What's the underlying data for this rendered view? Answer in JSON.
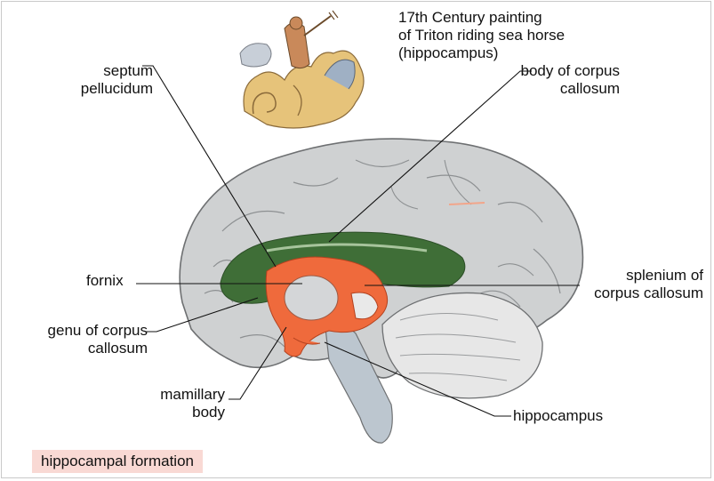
{
  "painting_caption": [
    "17th Century painting",
    "of Triton riding sea horse",
    "(hippocampus)"
  ],
  "labels": {
    "septum_pellucidum": [
      "septum",
      "pellucidum"
    ],
    "body_of_corpus_callosum": [
      "body of corpus",
      "callosum"
    ],
    "fornix": "fornix",
    "splenium": [
      "splenium of",
      "corpus callosum"
    ],
    "genu": [
      "genu of corpus",
      "callosum"
    ],
    "mamillary_body": [
      "mamillary",
      "body"
    ],
    "hippocampus": "hippocampus"
  },
  "caption": "hippocampal formation",
  "colors": {
    "cortex": "#cfd1d2",
    "callosum_green": "#3f6e37",
    "limbic_orange": "#ef6a3c",
    "caption_bg": "#f9d9d4"
  }
}
